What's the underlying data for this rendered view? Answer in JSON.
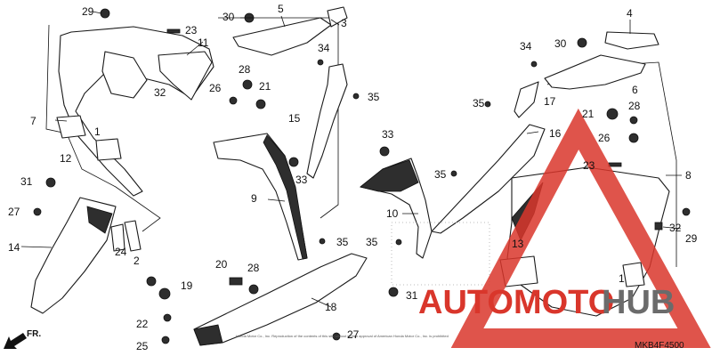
{
  "diagram": {
    "code": "MKB4F4500",
    "direction_label": "FR.",
    "copyright_note": "Honda Motor Co., Inc. Reproduction of the contents of this site without written approval of American Honda Motor Co., Inc. is prohibited",
    "part_labels": [
      {
        "id": "29",
        "text": "29"
      },
      {
        "id": "23",
        "text": "23"
      },
      {
        "id": "30",
        "text": "30"
      },
      {
        "id": "5",
        "text": "5"
      },
      {
        "id": "3",
        "text": "3"
      },
      {
        "id": "4",
        "text": "4"
      },
      {
        "id": "11",
        "text": "11"
      },
      {
        "id": "32",
        "text": "32"
      },
      {
        "id": "28",
        "text": "28"
      },
      {
        "id": "26",
        "text": "26"
      },
      {
        "id": "21",
        "text": "21"
      },
      {
        "id": "34",
        "text": "34"
      },
      {
        "id": "34",
        "text": "34"
      },
      {
        "id": "30",
        "text": "30"
      },
      {
        "id": "6",
        "text": "6"
      },
      {
        "id": "35",
        "text": "35"
      },
      {
        "id": "15",
        "text": "15"
      },
      {
        "id": "7",
        "text": "7"
      },
      {
        "id": "1",
        "text": "1"
      },
      {
        "id": "12",
        "text": "12"
      },
      {
        "id": "35",
        "text": "35"
      },
      {
        "id": "17",
        "text": "17"
      },
      {
        "id": "21",
        "text": "21"
      },
      {
        "id": "28",
        "text": "28"
      },
      {
        "id": "16",
        "text": "16"
      },
      {
        "id": "26",
        "text": "26"
      },
      {
        "id": "33",
        "text": "33"
      },
      {
        "id": "23",
        "text": "23"
      },
      {
        "id": "8",
        "text": "8"
      },
      {
        "id": "31",
        "text": "31"
      },
      {
        "id": "9",
        "text": "9"
      },
      {
        "id": "33",
        "text": "33"
      },
      {
        "id": "35",
        "text": "35"
      },
      {
        "id": "10",
        "text": "10"
      },
      {
        "id": "27",
        "text": "27"
      },
      {
        "id": "32",
        "text": "32"
      },
      {
        "id": "29",
        "text": "29"
      },
      {
        "id": "14",
        "text": "14"
      },
      {
        "id": "24",
        "text": "24"
      },
      {
        "id": "2",
        "text": "2"
      },
      {
        "id": "35",
        "text": "35"
      },
      {
        "id": "35",
        "text": "35"
      },
      {
        "id": "13",
        "text": "13"
      },
      {
        "id": "20",
        "text": "20"
      },
      {
        "id": "28",
        "text": "28"
      },
      {
        "id": "19",
        "text": "19"
      },
      {
        "id": "1",
        "text": "1"
      },
      {
        "id": "31",
        "text": "31"
      },
      {
        "id": "18",
        "text": "18"
      },
      {
        "id": "22",
        "text": "22"
      },
      {
        "id": "27",
        "text": "27"
      },
      {
        "id": "25",
        "text": "25"
      }
    ]
  },
  "watermark": {
    "text_a": "AUTOMOTO",
    "text_b": "HUB",
    "color": "#d9362b",
    "color_b": "#6b6b6b"
  }
}
